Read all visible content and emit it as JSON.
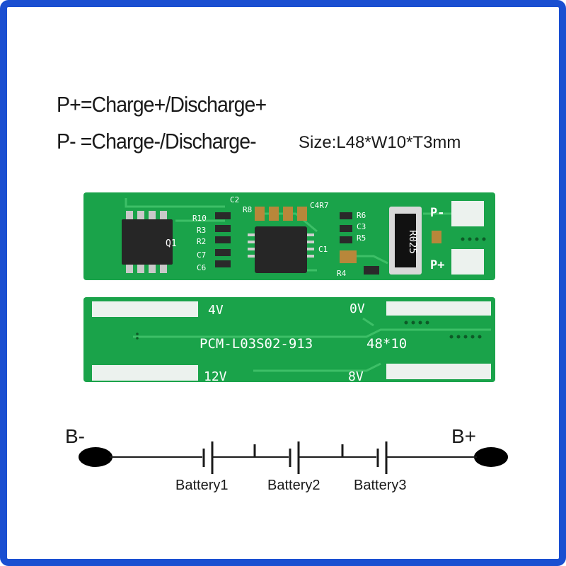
{
  "legend": {
    "p_plus": "P+=Charge+/Discharge+",
    "p_minus": "P- =Charge-/Discharge-",
    "size": "Size:L48*W10*T3mm"
  },
  "top_board": {
    "labels": {
      "q1": "Q1",
      "c2": "C2",
      "r8": "R8",
      "c4r7": "C4R7",
      "r10": "R10",
      "r3": "R3",
      "r2": "R2",
      "c7": "C7",
      "c6": "C6",
      "r6": "R6",
      "c3": "C3",
      "r5": "R5",
      "c1": "C1",
      "r4": "R4",
      "p_minus": "P-",
      "p_plus": "P+",
      "shunt": "R025"
    }
  },
  "bottom_board": {
    "labels": {
      "v4": "4V",
      "v0": "0V",
      "v12": "12V",
      "v8": "8V",
      "model": "PCM-L03S02-913",
      "dims": "48*10"
    }
  },
  "diagram": {
    "b_minus": "B-",
    "b_plus": "B+",
    "battery1": "Battery1",
    "battery2": "Battery2",
    "battery3": "Battery3"
  },
  "colors": {
    "frame": "#1a4fd1",
    "pcb": "#1aa34a",
    "pad": "#ecf2ee",
    "chip": "#262626"
  }
}
